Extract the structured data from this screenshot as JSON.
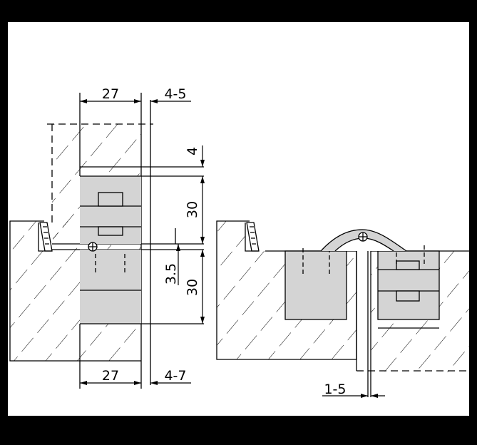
{
  "drawing": {
    "colors": {
      "frame": "#000000",
      "sheet": "#ffffff",
      "line": "#000000",
      "hinge_body": "#d4d4d4"
    },
    "dimensions": {
      "top_width": "27",
      "top_gap": "4-5",
      "top_clearance": "4",
      "upper_body": "30",
      "offset": "3.5",
      "lower_body": "30",
      "bottom_width": "27",
      "bottom_gap": "4-7",
      "open_gap": "1-5"
    }
  }
}
